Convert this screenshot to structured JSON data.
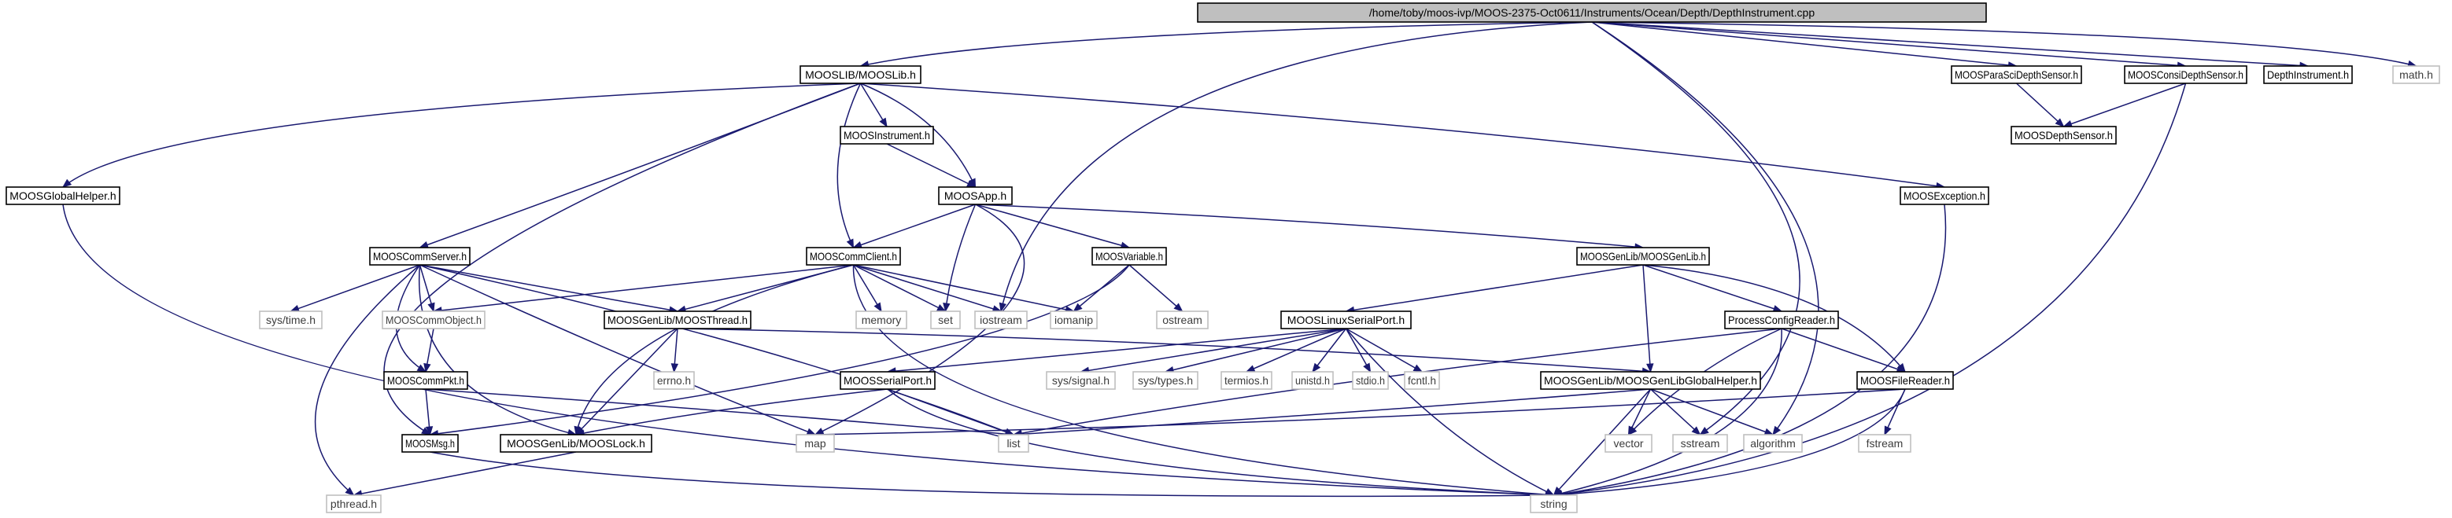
{
  "colors": {
    "edge": "#191970",
    "root_fill": "#bfbfbf",
    "node_border": "#000000",
    "system_border": "#bfbfbf",
    "background": "#ffffff"
  },
  "nodes": {
    "root": "/home/toby/moos-ivp/MOOS-2375-Oct0611/Instruments/Ocean/Depth/DepthInstrument.cpp",
    "mooslib": "MOOSLIB/MOOSLib.h",
    "parasci": "MOOSParaSciDepthSensor.h",
    "consi": "MOOSConsiDepthSensor.h",
    "depthinst": "DepthInstrument.h",
    "math": "math.h",
    "instrument": "MOOSInstrument.h",
    "depthsensor": "MOOSDepthSensor.h",
    "globalhelper": "MOOSGlobalHelper.h",
    "app": "MOOSApp.h",
    "exception": "MOOSException.h",
    "commserver": "MOOSCommServer.h",
    "commclient": "MOOSCommClient.h",
    "variable": "MOOSVariable.h",
    "genlib": "MOOSGenLib/MOOSGenLib.h",
    "systime": "sys/time.h",
    "commobject": "MOOSCommObject.h",
    "thread": "MOOSGenLib/MOOSThread.h",
    "memory": "memory",
    "set": "set",
    "iostream": "iostream",
    "iomanip": "iomanip",
    "ostream": "ostream",
    "linuxserial": "MOOSLinuxSerialPort.h",
    "configreader": "ProcessConfigReader.h",
    "errno": "errno.h",
    "commpkt": "MOOSCommPkt.h",
    "serialport": "MOOSSerialPort.h",
    "syssignal": "sys/signal.h",
    "systypes": "sys/types.h",
    "termios": "termios.h",
    "unistd": "unistd.h",
    "stdio": "stdio.h",
    "fcntl": "fcntl.h",
    "globalhelper2": "MOOSGenLib/MOOSGenLibGlobalHelper.h",
    "filereader": "MOOSFileReader.h",
    "msg": "MOOSMsg.h",
    "lock": "MOOSGenLib/MOOSLock.h",
    "map": "map",
    "list": "list",
    "vector": "vector",
    "sstream": "sstream",
    "algorithm": "algorithm",
    "fstream": "fstream",
    "pthread": "pthread.h",
    "string": "string"
  }
}
